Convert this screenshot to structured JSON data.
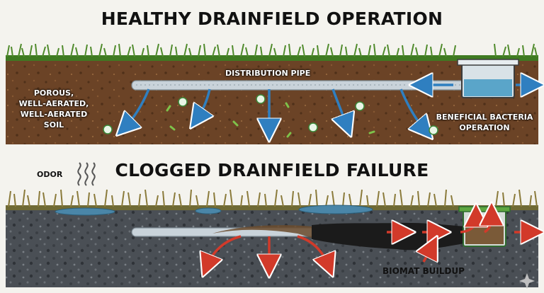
{
  "titles": {
    "top": "HEALTHY DRAINFIELD OPERATION",
    "bottom": "CLOGGED DRAINFIELD FAILURE"
  },
  "labels": {
    "distribution_pipe": "DISTRIBUTION PIPE",
    "soil_lines": [
      "POROUS,",
      "WELL-AERATED,",
      "WELL-AERATED",
      "SOIL"
    ],
    "bacteria_lines": [
      "BENEFICIAL BACTERIA",
      "OPERATION"
    ],
    "odor": "ODOR",
    "biomat": "BIOMAT BUILDUP"
  },
  "colors": {
    "healthy_soil": "#6b4326",
    "clogged_soil": "#4a4f55",
    "grass": "#4f8a2b",
    "dry_grass": "#8a7a3a",
    "pipe": "#c9d3da",
    "flow_healthy": "#2f7fc0",
    "flow_clogged": "#d23a2a",
    "biomat": "#1b1b1b",
    "water": "#4a86a8"
  },
  "icons": [
    "bacteria-icon",
    "worm-icon",
    "odor-waves-icon",
    "arrow-icon",
    "septic-tank-icon"
  ]
}
